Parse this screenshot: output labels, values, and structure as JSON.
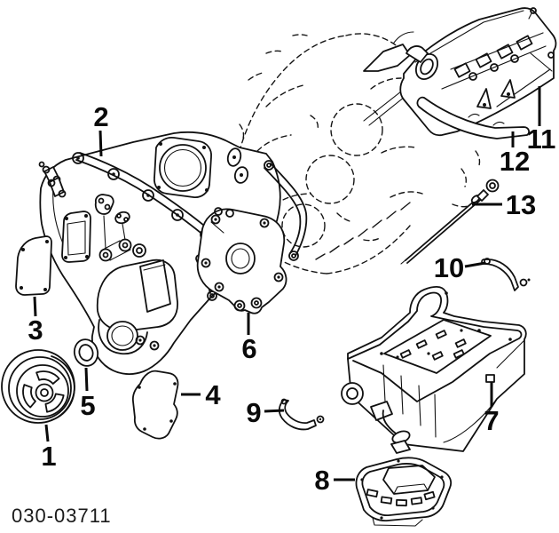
{
  "diagram": {
    "figure_code": "030-03711",
    "background_color": "#ffffff",
    "line_color": "#111111",
    "callouts": [
      {
        "label": "1"
      },
      {
        "label": "2"
      },
      {
        "label": "3"
      },
      {
        "label": "4"
      },
      {
        "label": "5"
      },
      {
        "label": "6"
      },
      {
        "label": "7"
      },
      {
        "label": "8"
      },
      {
        "label": "9"
      },
      {
        "label": "10"
      },
      {
        "label": "11"
      },
      {
        "label": "12"
      },
      {
        "label": "13"
      }
    ]
  }
}
